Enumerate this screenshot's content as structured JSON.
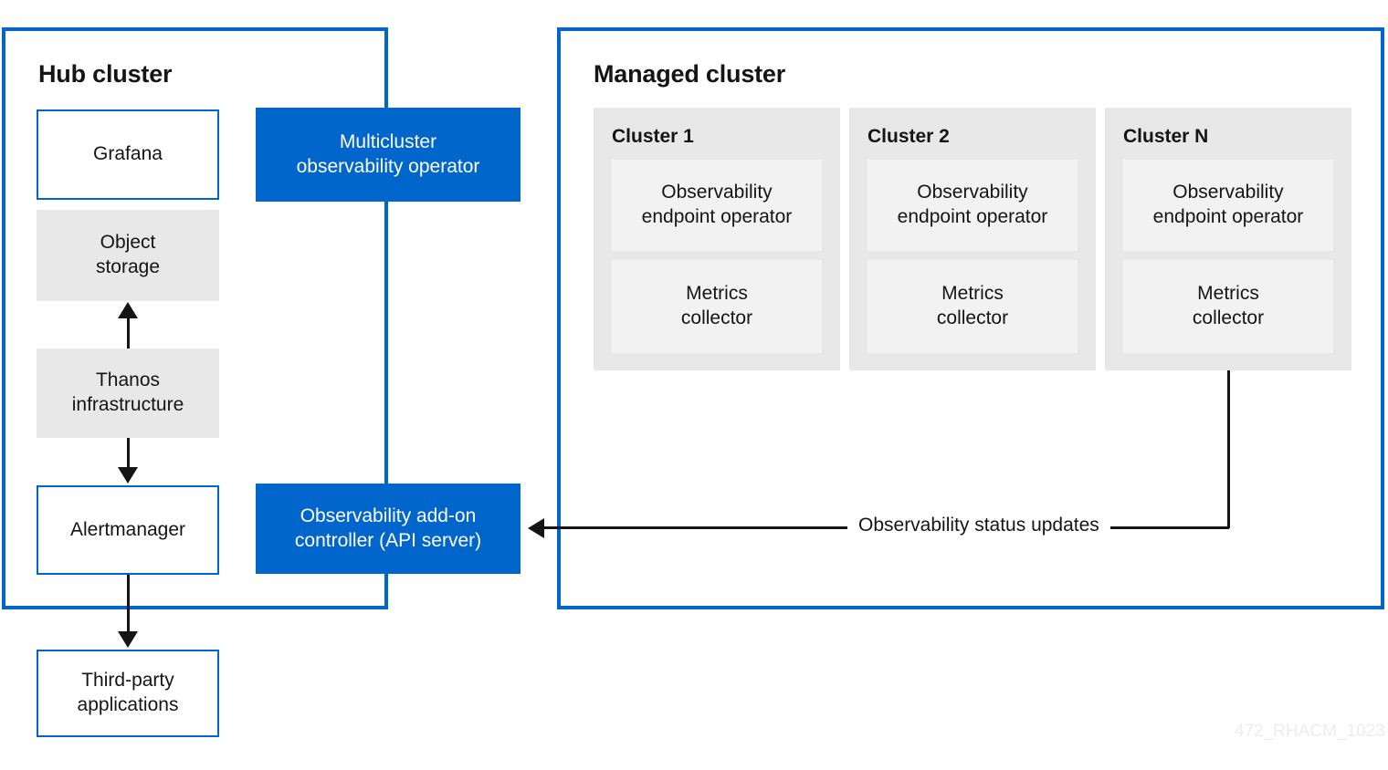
{
  "colors": {
    "brand_blue": "#0066cc",
    "box_gray": "#e8e8e8",
    "inner_gray": "#f2f2f2",
    "line_black": "#151515",
    "watermark_gray": "#ededed"
  },
  "hub": {
    "title": "Hub cluster",
    "nodes": {
      "grafana": "Grafana",
      "object_storage": "Object\nstorage",
      "thanos": "Thanos\ninfrastructure",
      "alertmanager": "Alertmanager",
      "third_party": "Third-party\napplications"
    }
  },
  "operators": {
    "multicluster": "Multicluster\nobservability operator",
    "addon_controller": "Observability add-on\ncontroller (API server)"
  },
  "managed": {
    "title": "Managed cluster",
    "clusters": [
      {
        "name": "Cluster 1",
        "endpoint_operator": "Observability\nendpoint operator",
        "metrics_collector": "Metrics\ncollector"
      },
      {
        "name": "Cluster 2",
        "endpoint_operator": "Observability\nendpoint operator",
        "metrics_collector": "Metrics\ncollector"
      },
      {
        "name": "Cluster N",
        "endpoint_operator": "Observability\nendpoint operator",
        "metrics_collector": "Metrics\ncollector"
      }
    ]
  },
  "edges": {
    "status_updates": "Observability status updates"
  },
  "watermark": "472_RHACM_1023"
}
